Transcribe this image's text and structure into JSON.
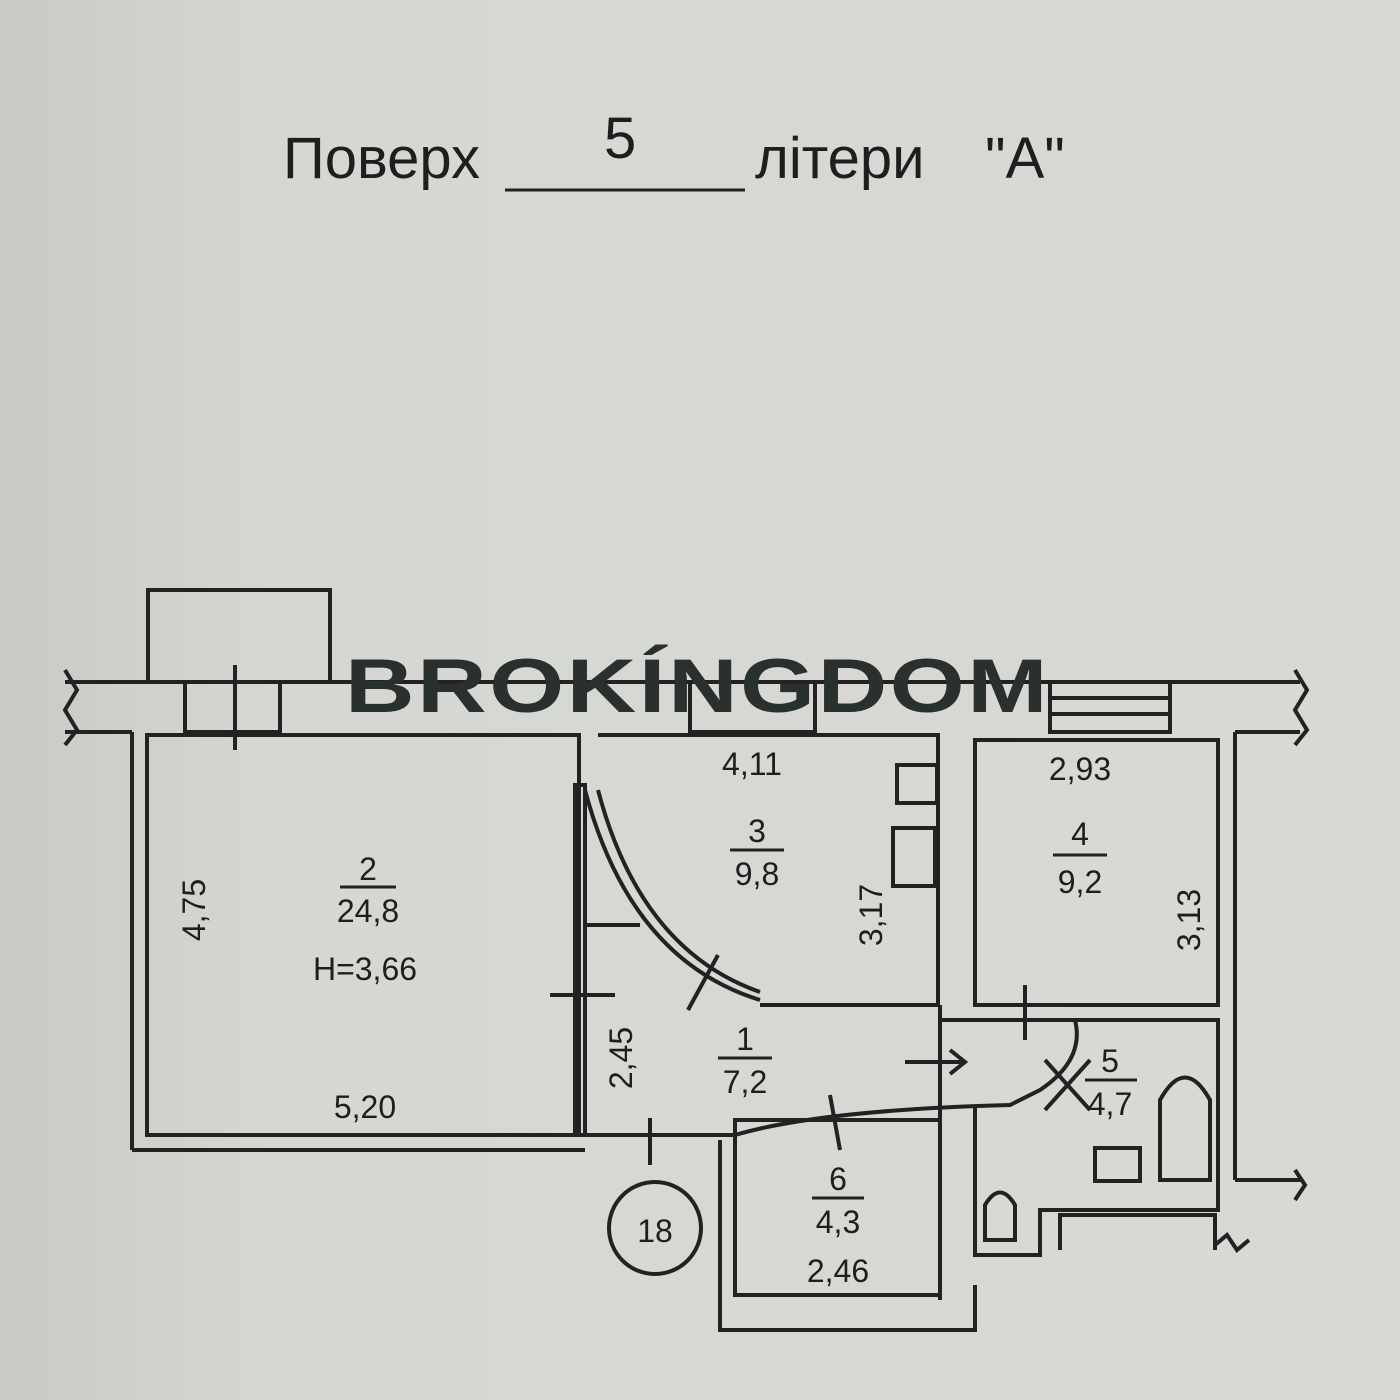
{
  "header": {
    "floor_label": "Поверх",
    "floor_number": "5",
    "letter_label": "літери",
    "letter_value": "\"А\""
  },
  "watermark": "BROKÍNGDOM",
  "rooms": [
    {
      "number": "1",
      "area": "7,2",
      "dims": [
        "2,45"
      ]
    },
    {
      "number": "2",
      "area": "24,8",
      "height": "Н=3,66",
      "dims": [
        "4,75",
        "5,20"
      ]
    },
    {
      "number": "3",
      "area": "9,8",
      "dims": [
        "4,11",
        "3,17"
      ]
    },
    {
      "number": "4",
      "area": "9,2",
      "dims": [
        "2,93",
        "3,13"
      ]
    },
    {
      "number": "5",
      "area": "4,7"
    },
    {
      "number": "6",
      "area": "4,3",
      "dims": [
        "2,46"
      ]
    }
  ],
  "apartment_number": "18"
}
